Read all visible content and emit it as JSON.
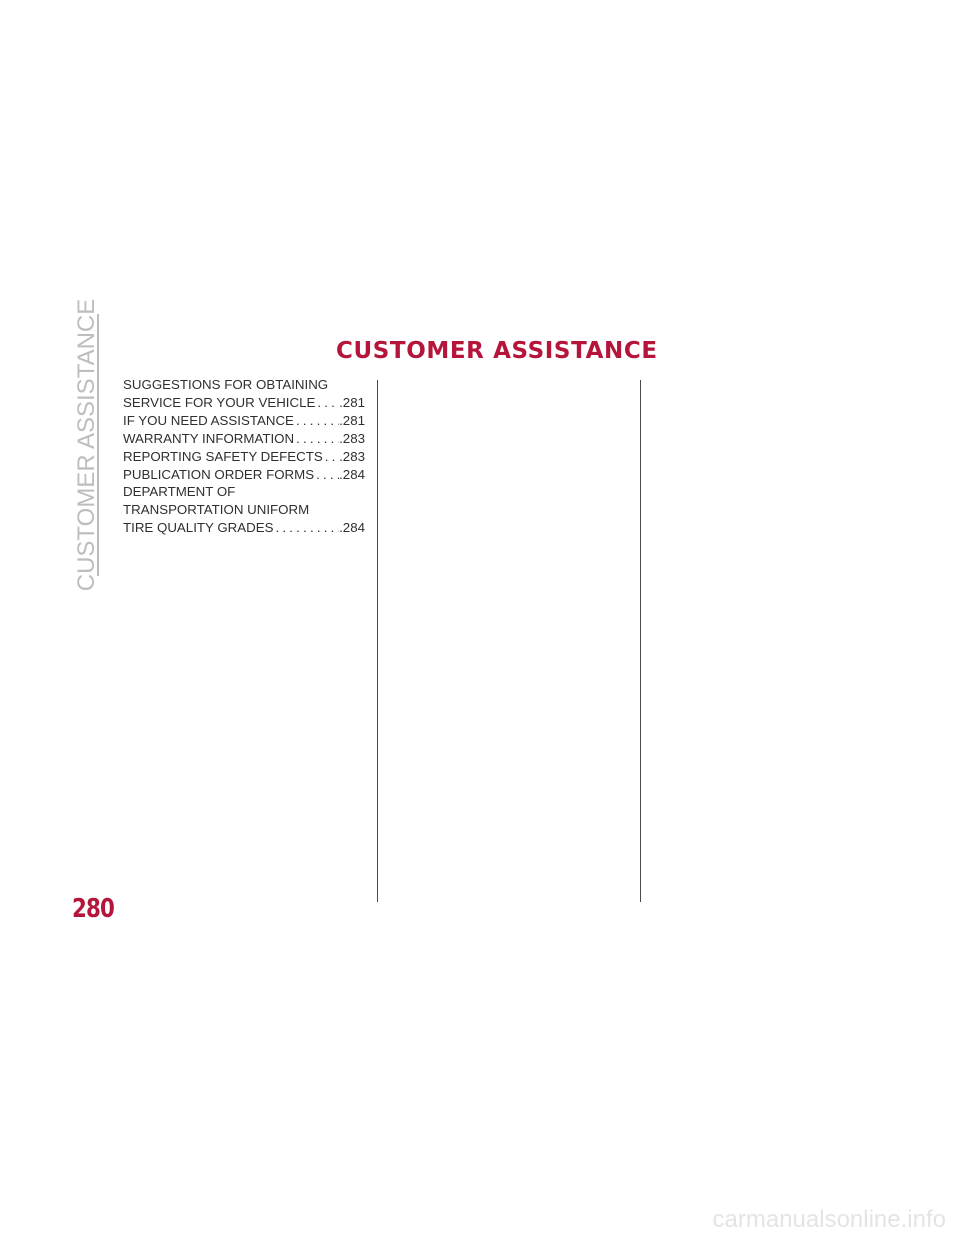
{
  "side_tab": {
    "label": "CUSTOMER ASSISTANCE"
  },
  "chapter": {
    "title": "CUSTOMER ASSISTANCE"
  },
  "toc": {
    "entries": [
      {
        "lines": [
          "SUGGESTIONS FOR OBTAINING"
        ],
        "last_line": "SERVICE FOR YOUR VEHICLE",
        "page": ".281"
      },
      {
        "lines": [],
        "last_line": "IF YOU NEED ASSISTANCE",
        "page": ".281"
      },
      {
        "lines": [],
        "last_line": "WARRANTY INFORMATION",
        "page": ".283"
      },
      {
        "lines": [],
        "last_line": "REPORTING SAFETY DEFECTS",
        "page": ".283"
      },
      {
        "lines": [],
        "last_line": "PUBLICATION ORDER FORMS",
        "page": ".284"
      },
      {
        "lines": [
          "DEPARTMENT OF",
          "TRANSPORTATION UNIFORM"
        ],
        "last_line": "TIRE QUALITY GRADES",
        "page": ".284"
      }
    ]
  },
  "page_number": "280",
  "watermark": "carmanualsonline.info",
  "colors": {
    "accent": "#b5153b",
    "side_tab": "#bdbdbd",
    "body_text": "#2f2f2f",
    "watermark": "#e4e4e4"
  }
}
